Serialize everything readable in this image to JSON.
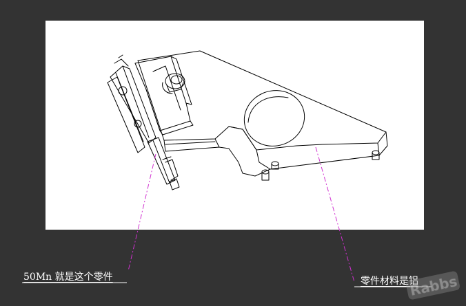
{
  "annotations": {
    "left": "50Mn 就是这个零件",
    "right": "零件材料是铝"
  },
  "watermark": {
    "text": "Rabbs"
  },
  "colors": {
    "background": "#333333",
    "sheet": "#ffffff",
    "leader_line": "#d030d0",
    "drawing_line": "#000000"
  }
}
